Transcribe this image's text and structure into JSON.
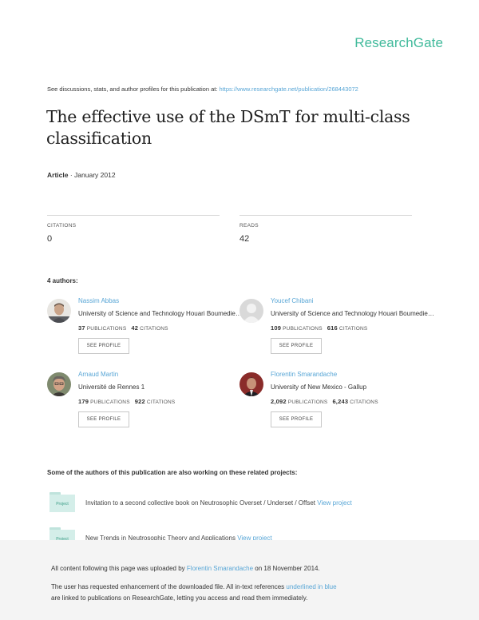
{
  "header": {
    "logo": "ResearchGate",
    "see_text": "See discussions, stats, and author profiles for this publication at:",
    "see_url": "https://www.researchgate.net/publication/268443072"
  },
  "publication": {
    "title": "The effective use of the DSmT for multi-class classification",
    "type": "Article",
    "sep": " · ",
    "date": "January 2012"
  },
  "stats": {
    "citations_label": "CITATIONS",
    "citations_value": "0",
    "reads_label": "READS",
    "reads_value": "42"
  },
  "authors_heading": "4 authors:",
  "authors": [
    {
      "name": "Nassim Abbas",
      "affiliation": "University of Science and Technology Houari Boumediene",
      "pubs": "37",
      "pubs_label": "PUBLICATIONS",
      "cites": "42",
      "cites_label": "CITATIONS",
      "button": "SEE PROFILE"
    },
    {
      "name": "Youcef Chibani",
      "affiliation": "University of Science and Technology Houari Boumediene",
      "pubs": "109",
      "pubs_label": "PUBLICATIONS",
      "cites": "616",
      "cites_label": "CITATIONS",
      "button": "SEE PROFILE"
    },
    {
      "name": "Arnaud Martin",
      "affiliation": "Université de Rennes 1",
      "pubs": "179",
      "pubs_label": "PUBLICATIONS",
      "cites": "922",
      "cites_label": "CITATIONS",
      "button": "SEE PROFILE"
    },
    {
      "name": "Florentin Smarandache",
      "affiliation": "University of New Mexico - Gallup",
      "pubs": "2,092",
      "pubs_label": "PUBLICATIONS",
      "cites": "6,243",
      "cites_label": "CITATIONS",
      "button": "SEE PROFILE"
    }
  ],
  "projects_heading": "Some of the authors of this publication are also working on these related projects:",
  "projects": [
    {
      "folder_label": "Project",
      "text": "Invitation to a second collective book on Neutrosophic Overset / Underset / Offset",
      "link": "View project"
    },
    {
      "folder_label": "Project",
      "text": "New Trends in Neutrosophic Theory and Applications",
      "link": "View project"
    }
  ],
  "footer": {
    "line1_pre": "All content following this page was uploaded by",
    "line1_name": "Florentin Smarandache",
    "line1_post": "on 18 November 2014.",
    "line2_pre": "The user has requested enhancement of the downloaded file. All in-text references",
    "line2_link": "underlined in blue",
    "line3": "are linked to publications on ResearchGate, letting you access and read them immediately."
  }
}
